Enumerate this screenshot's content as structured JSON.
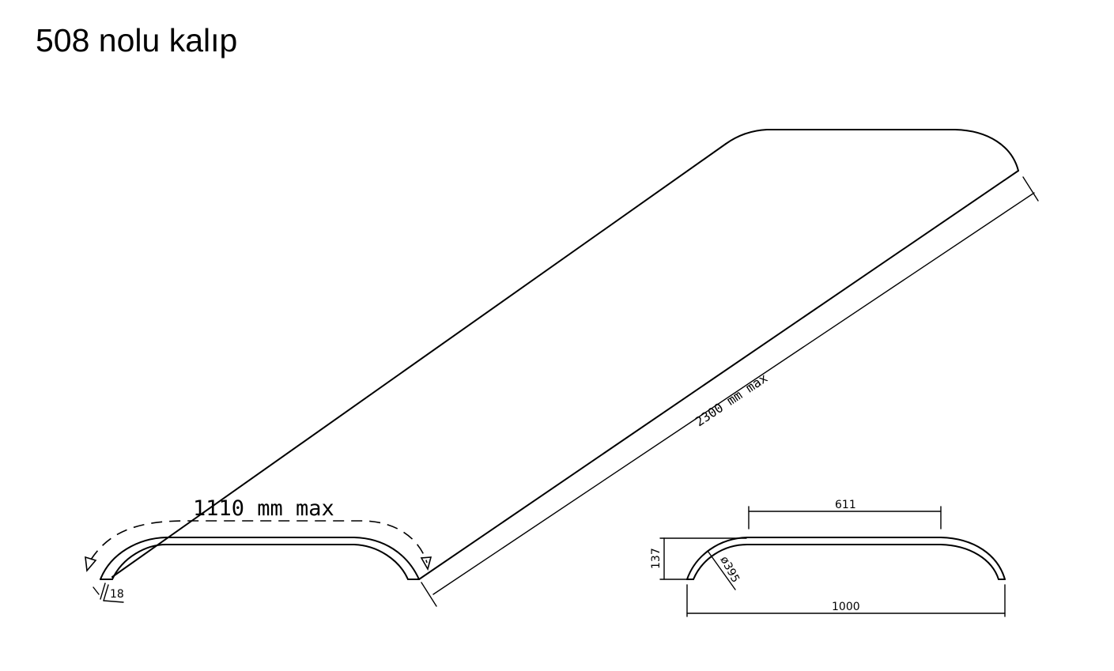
{
  "title": "508 nolu kalıp",
  "labels": {
    "arc_length": "1110 mm max",
    "length": "2300 mm max",
    "thickness": "18",
    "top_width": "611",
    "height": "137",
    "diameter": "ø395",
    "bottom_width": "1000"
  },
  "colors": {
    "line": "#000000",
    "background": "#ffffff"
  }
}
